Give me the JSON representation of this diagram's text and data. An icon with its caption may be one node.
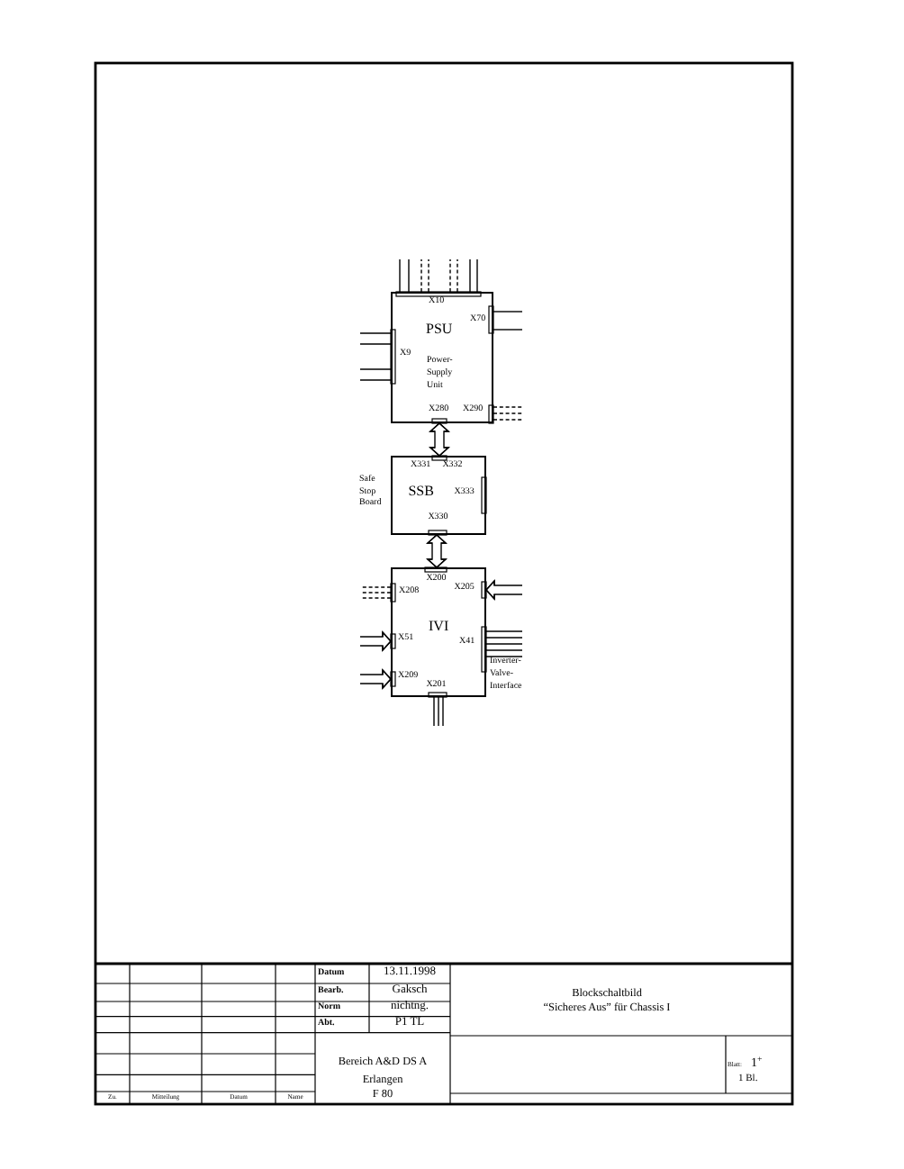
{
  "diagram": {
    "nodes": [
      {
        "text": [
          "X10",
          "X70",
          "PSU",
          "X9",
          "Power- Supply Unit",
          "X280",
          "X290"
        ]
      },
      {
        "text": [
          "X331",
          "X332",
          "SSB",
          "X333",
          "X330"
        ],
        "beside": [
          "Safe Stop Board"
        ]
      },
      {
        "text": [
          "X200",
          "X208",
          "X205",
          "IVI",
          "X51",
          "X41",
          "X209",
          "X201"
        ],
        "beside": [
          "Inverter- Valve- Interface"
        ]
      }
    ],
    "edges": [
      {
        "from": 0,
        "to": null,
        "arrow": "none"
      },
      {
        "from": 0,
        "to": null,
        "arrow": "none"
      },
      {
        "from": 0,
        "to": null,
        "arrow": "none",
        "style": "dashed"
      },
      {
        "from": 0,
        "to": null,
        "arrow": "none",
        "style": "dashed"
      },
      {
        "from": 0,
        "to": null,
        "arrow": "none",
        "style": "dashed"
      },
      {
        "from": 0,
        "to": null,
        "arrow": "none",
        "style": "dashed"
      },
      {
        "from": 0,
        "to": null,
        "arrow": "none"
      },
      {
        "from": 0,
        "to": null,
        "arrow": "none"
      },
      {
        "from": 0,
        "to": null,
        "arrow": "none"
      },
      {
        "from": 0,
        "to": null,
        "arrow": "none"
      },
      {
        "from": 0,
        "to": null,
        "arrow": "none"
      },
      {
        "from": 0,
        "to": null,
        "arrow": "none"
      },
      {
        "from": 0,
        "to": null,
        "arrow": "none"
      },
      {
        "from": 0,
        "to": null,
        "arrow": "none"
      },
      {
        "from": 0,
        "to": null,
        "arrow": "none",
        "style": "dashed"
      },
      {
        "from": 0,
        "to": null,
        "arrow": "none",
        "style": "dashed"
      },
      {
        "from": 0,
        "to": null,
        "arrow": "none",
        "style": "dashed"
      },
      {
        "from": 0,
        "to": 1,
        "arrow": "both"
      },
      {
        "from": 1,
        "to": 2,
        "arrow": "both"
      },
      {
        "from": 2,
        "to": null,
        "arrow": "none",
        "style": "dashed"
      },
      {
        "from": 2,
        "to": null,
        "arrow": "none",
        "style": "dashed"
      },
      {
        "from": 2,
        "to": null,
        "arrow": "none",
        "style": "dashed"
      },
      {
        "from": null,
        "to": 2,
        "arrow": "to"
      },
      {
        "from": null,
        "to": 2,
        "arrow": "to"
      },
      {
        "from": 2,
        "to": null,
        "arrow": "none"
      },
      {
        "from": 2,
        "to": null,
        "arrow": "none"
      },
      {
        "from": 2,
        "to": null,
        "arrow": "none"
      },
      {
        "from": 2,
        "to": null,
        "arrow": "none"
      },
      {
        "from": 2,
        "to": null,
        "arrow": "none"
      },
      {
        "from": null,
        "to": 2,
        "arrow": "to"
      },
      {
        "from": 2,
        "to": null,
        "arrow": "none"
      },
      {
        "from": 2,
        "to": null,
        "arrow": "none"
      },
      {
        "from": 2,
        "to": null,
        "arrow": "none"
      }
    ],
    "labels": [
      "Datum",
      "13.11.1998",
      "Bearb.",
      "Gaksch",
      "Blockschaltbild",
      "Norm",
      "nichtng.",
      "“Sicheres Aus” für Chassis I",
      "Abt.",
      "P1 TL",
      "Bereich A&D DS A",
      "Blatt:",
      "1$^{+}$",
      "Erlangen",
      "1 Bl.",
      "Zu.",
      "Mitteilung",
      "Datum",
      "Name",
      "F 80"
    ]
  }
}
